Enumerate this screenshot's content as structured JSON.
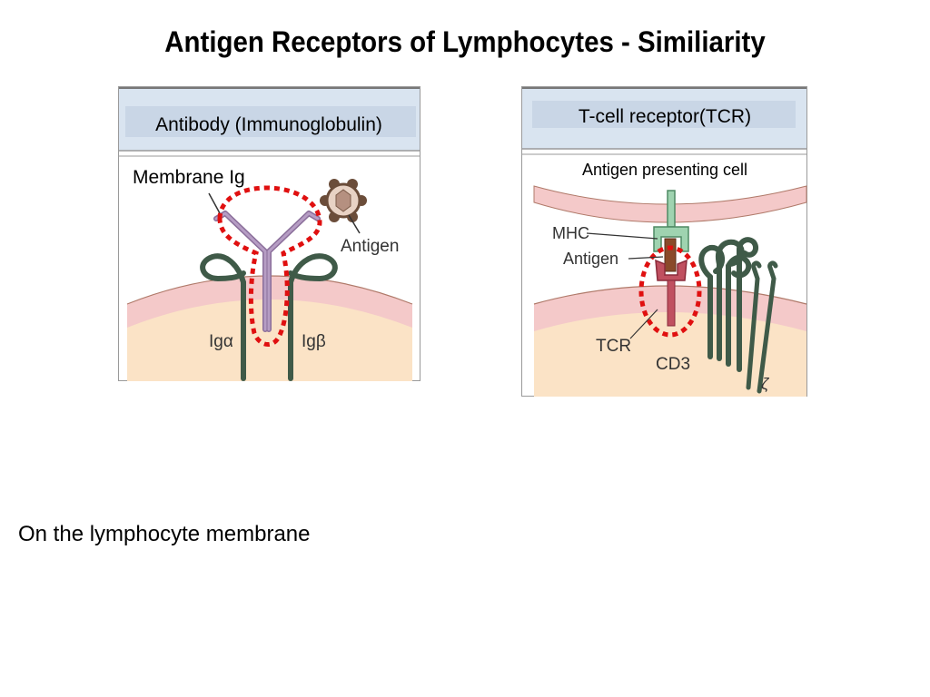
{
  "slide": {
    "title": "Antigen Receptors of Lymphocytes - Similiarity",
    "caption": "On the lymphocyte membrane"
  },
  "left_panel": {
    "header": "Antibody (Immunoglobulin)",
    "label_membrane_ig": "Membrane Ig",
    "label_antigen": "Antigen",
    "label_ig_alpha": "Igα",
    "label_ig_beta": "Igβ"
  },
  "right_panel": {
    "header": "T-cell receptor(TCR)",
    "label_apc": "Antigen presenting cell",
    "label_mhc": "MHC",
    "label_antigen": "Antigen",
    "label_tcr": "TCR",
    "label_cd3": "CD3",
    "label_zeta": "ζ"
  },
  "colors": {
    "header_bg": "#d9e4f0",
    "membrane_pink": "#f4c9c9",
    "cytoplasm": "#fbe3c6",
    "chain_dark_green": "#3f5a48",
    "antibody_purple": "#a98fb6",
    "mhc_green": "#9fd3b0",
    "tcr_red": "#c05060",
    "highlight_red": "#e01010"
  }
}
